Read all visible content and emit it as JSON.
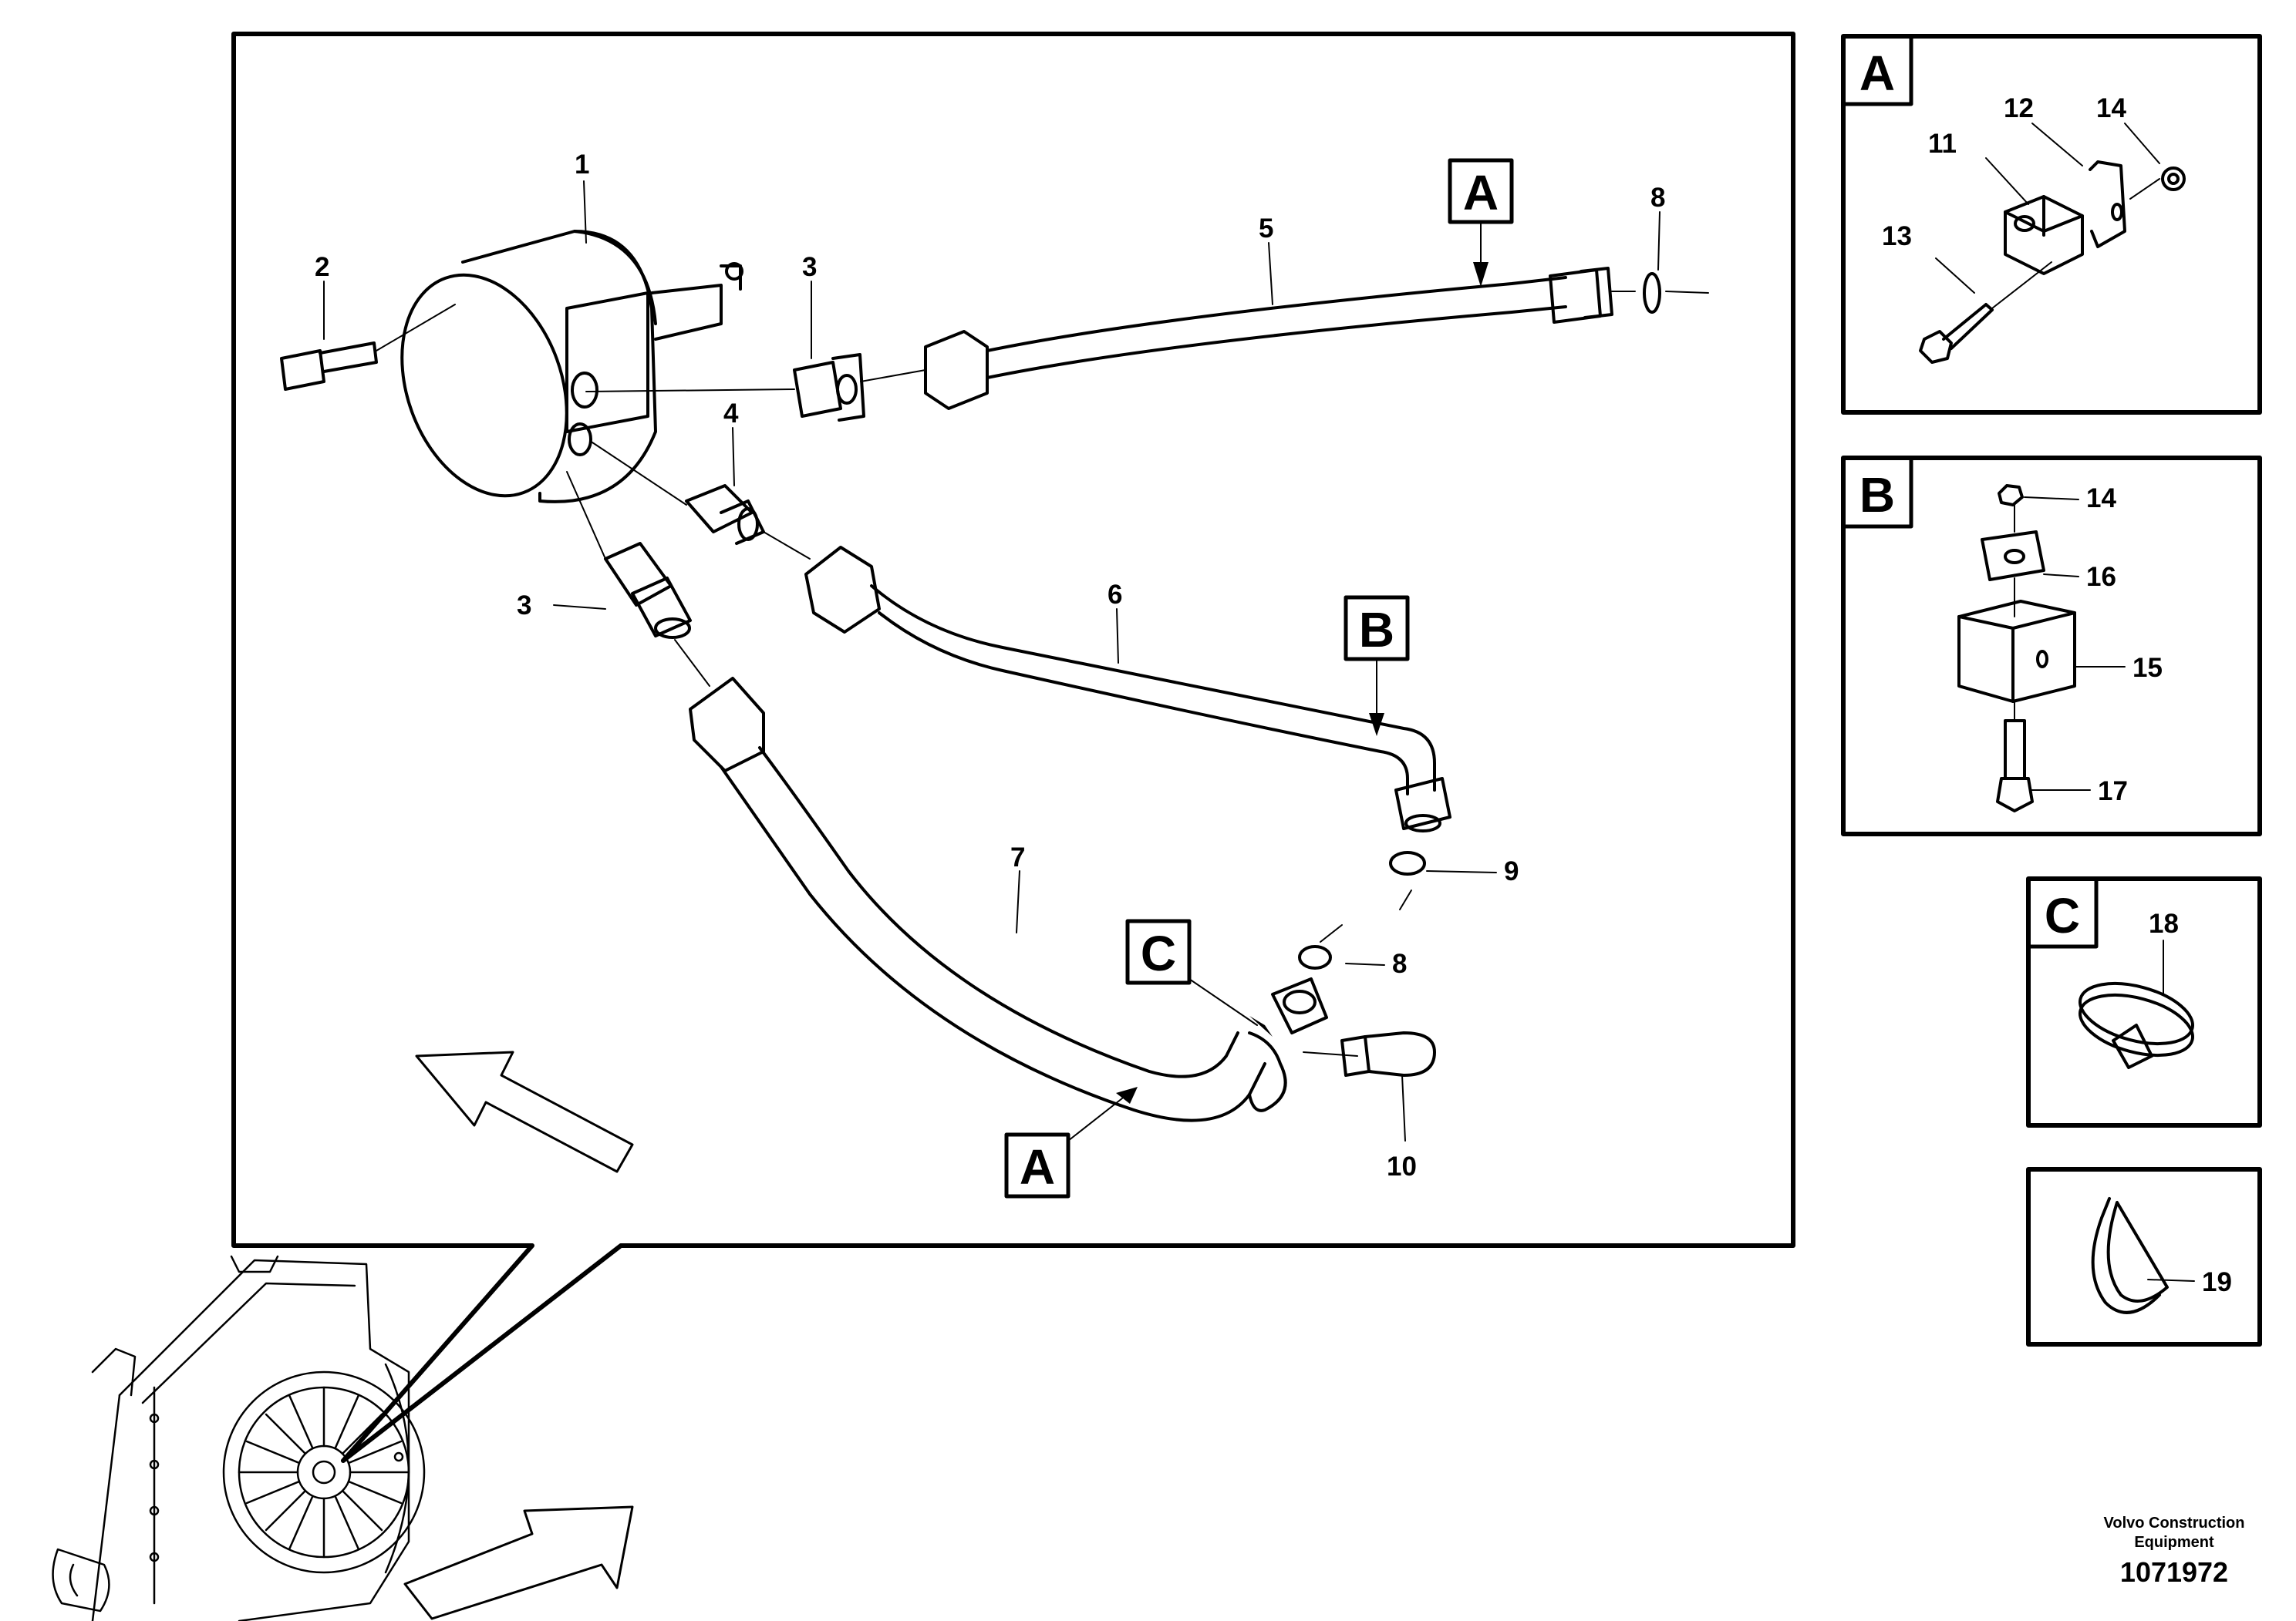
{
  "callouts": {
    "main": [
      "1",
      "2",
      "3",
      "3",
      "4",
      "5",
      "6",
      "7",
      "8",
      "8",
      "9",
      "10"
    ],
    "detail_a": [
      "11",
      "12",
      "13",
      "14"
    ],
    "detail_b": [
      "14",
      "16",
      "15",
      "17"
    ],
    "detail_c": [
      "18"
    ],
    "detail_tie": [
      "19"
    ]
  },
  "section_tags": {
    "a_top": "A",
    "b": "B",
    "c": "C",
    "a_bottom": "A",
    "panel_a": "A",
    "panel_b": "B",
    "panel_c": "C"
  },
  "footer": {
    "company_line1": "Volvo Construction",
    "company_line2": "Equipment",
    "document_number": "1071972"
  }
}
